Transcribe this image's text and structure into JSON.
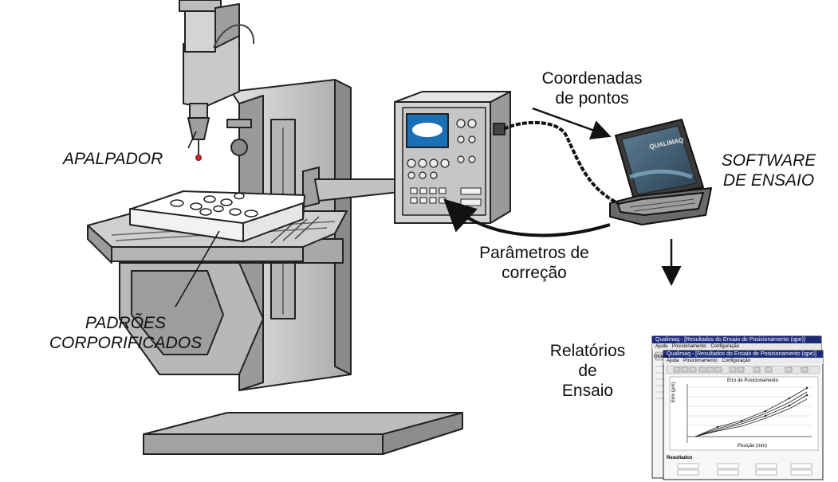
{
  "labels": {
    "probe": "APALPADOR",
    "standards_line1": "PADRÕES",
    "standards_line2": "CORPORIFICADOS",
    "coords_line1": "Coordenadas",
    "coords_line2": "de pontos",
    "software_line1": "SOFTWARE",
    "software_line2": "DE ENSAIO",
    "params_line1": "Parâmetros de",
    "params_line2": "correção",
    "reports_line1": "Relatórios",
    "reports_line2": "de",
    "reports_line3": "Ensaio"
  },
  "laptop_screen_text": "QUALIMAQ",
  "report_windows": {
    "back_title": "Qualimaq - [Resultados do Ensaio de Posicionamento (qpe)]",
    "back_menu": [
      "Ajuda",
      "Posicionamento",
      "Configuração"
    ],
    "front_title": "Qualimaq - [Resultados do Ensaio de Posicionamento (qpe)]",
    "front_menu": [
      "Ajuda",
      "Posicionamento",
      "Configuração"
    ],
    "front_panel_label": "Ordem",
    "chart_title": "Erro de Posicionamento",
    "results_label": "Resultados",
    "x_axis_label": "Posição (mm)",
    "y_axis_label": "Erro (µm)"
  },
  "colors": {
    "ink": "#111111",
    "machine_fill": "#cfcfcf",
    "machine_dark": "#7a7a7a",
    "probe_tip": "#d0202a",
    "screen_blue": "#1a6fb5",
    "window_title_bar": "#1c2a7a"
  }
}
